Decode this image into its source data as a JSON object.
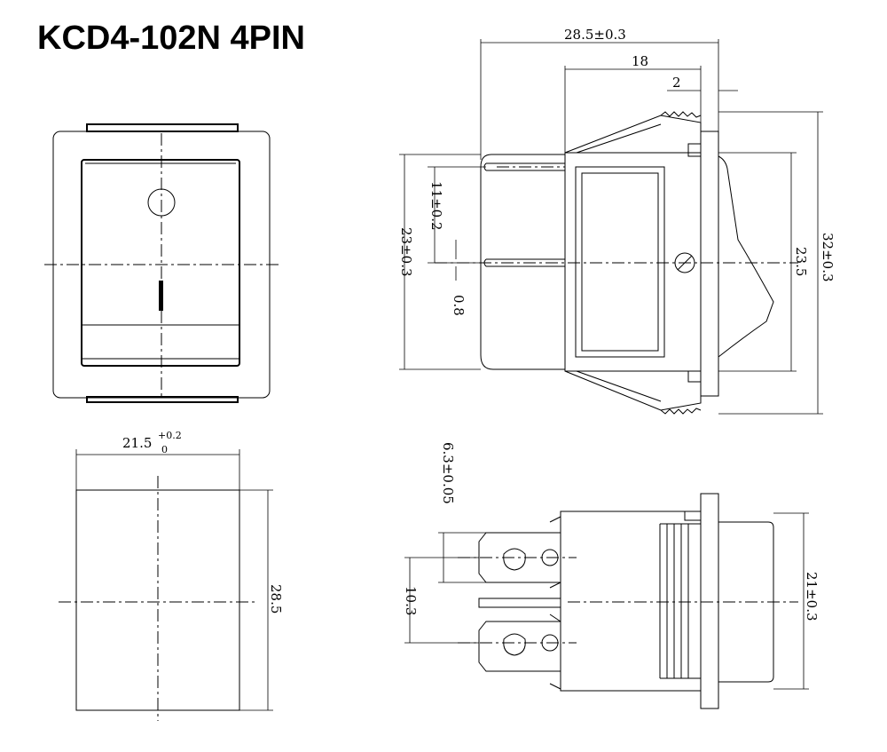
{
  "title": "KCD4-102N 4PIN",
  "dimensions": {
    "overall_length": "28.5±0.3",
    "body_length": "18",
    "flange": "2",
    "pin_spacing": "11±0.2",
    "body_height": "23±0.3",
    "pin_thickness": "0.8",
    "rocker_height": "23.5",
    "total_height": "32±0.3",
    "cutout_width": "21.5",
    "cutout_width_tol_upper": "+0.2",
    "cutout_width_tol_lower": "0",
    "cutout_height": "28.5",
    "terminal_width": "6.3±0.05",
    "terminal_pitch": "10.3",
    "width": "21±0.3"
  }
}
